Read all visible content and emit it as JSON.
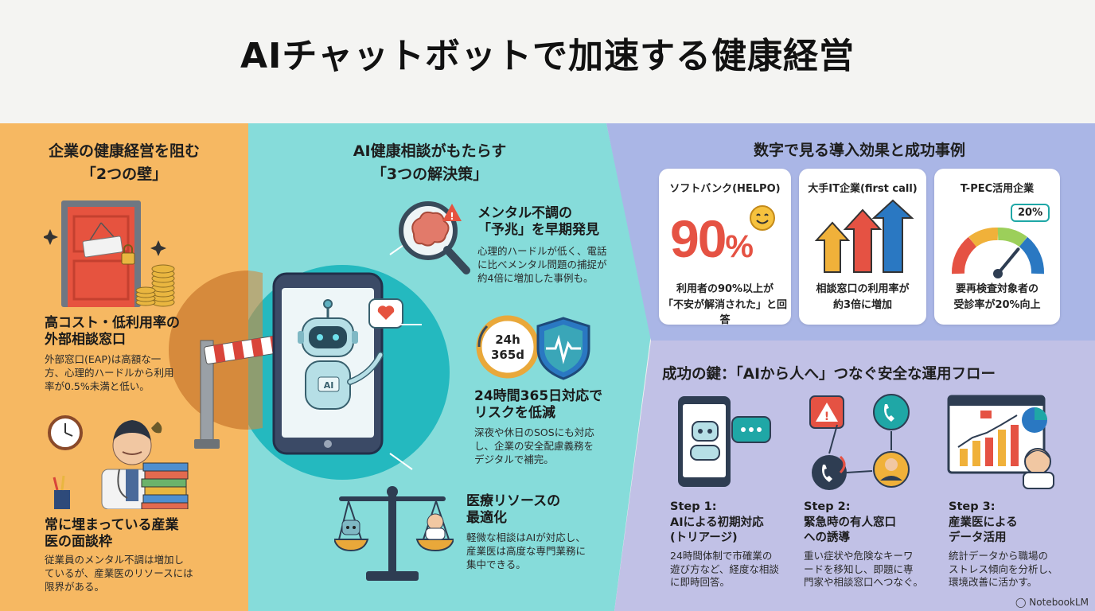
{
  "title": "AIチャットボットで加速する健康経営",
  "left": {
    "heading_line1": "企業の健康経営を阻む",
    "heading_line2": "「2つの壁」",
    "wall1": {
      "title_line1": "高コスト・低利用率の",
      "title_line2": "外部相談窓口",
      "body_line1": "外部窓口(EAP)は高額な一",
      "body_line2": "方、心理的ハードルから利用",
      "body_line3": "率が0.5%未満と低い。"
    },
    "wall2": {
      "title_line1": "常に埋まっている産業",
      "title_line2": "医の面談枠",
      "body_line1": "従業員のメンタル不調は増加し",
      "body_line2": "ているが、産業医のリソースには",
      "body_line3": "限界がある。"
    }
  },
  "middle": {
    "heading_line1": "AI健康相談がもたらす",
    "heading_line2": "「3つの解決策」",
    "phone_badge": "AI",
    "s1": {
      "title_line1": "メンタル不調の",
      "title_line2": "「予兆」を早期発見",
      "body_line1": "心理的ハードルが低く、電話",
      "body_line2": "に比べメンタル問題の捕捉が",
      "body_line3": "約4倍に増加した事例も。"
    },
    "clock_24": "24h",
    "clock_365": "365d",
    "s2": {
      "title_line1": "24時間365日対応で",
      "title_line2": "リスクを低減",
      "body_line1": "深夜や休日のSOSにも対応",
      "body_line2": "し、企業の安全配慮義務を",
      "body_line3": "デジタルで補完。"
    },
    "s3": {
      "title_line1": "医療リソースの",
      "title_line2": "最適化",
      "body_line1": "軽微な相談はAIが対応し、",
      "body_line2": "産業医は高度な専門業務に",
      "body_line3": "集中できる。"
    }
  },
  "right": {
    "heading": "数字で見る導入効果と成功事例",
    "card1": {
      "title": "ソフトバンク(HELPO)",
      "big_number": "90",
      "big_unit": "%",
      "desc_line1": "利用者の90%以上が",
      "desc_line2": "「不安が解消された」と回答"
    },
    "card2": {
      "title": "大手IT企業(first call)",
      "desc_line1": "相談窓口の利用率が",
      "desc_line2": "約3倍に増加"
    },
    "card3": {
      "title": "T-PEC活用企業",
      "badge": "20%",
      "gauge_value": 0.72,
      "desc_line1": "要再検査対象者の",
      "desc_line2": "受診率が20%向上"
    },
    "flow_heading": "成功の鍵：「AIから人へ」つなぐ安全な運用フロー",
    "steps": [
      {
        "label": "Step 1:",
        "title_line1": "AIによる初期対応",
        "title_line2": "(トリアージ)",
        "body_line1": "24時間体制で市確業の",
        "body_line2": "遊び方など、経度な相談",
        "body_line3": "に即時回答。"
      },
      {
        "label": "Step 2:",
        "title_line1": "緊急時の有人窓口",
        "title_line2": "への誘導",
        "body_line1": "重い症状や危険なキーワ",
        "body_line2": "ードを移知し、即題に専",
        "body_line3": "門家や相談窓口へつなぐ。"
      },
      {
        "label": "Step 3:",
        "title_line1": "産業医による",
        "title_line2": "データ活用",
        "body_line1": "統計データから職場の",
        "body_line2": "ストレス傾向を分析し、",
        "body_line3": "環境改善に活かす。"
      }
    ]
  },
  "footer": "NotebookLM",
  "colors": {
    "left_bg": "#f6b862",
    "middle_bg": "#86dcda",
    "right_top_bg": "#aab6e6",
    "right_bottom_bg": "#c1c1e6",
    "accent_red": "#e55243",
    "accent_blue": "#2a78c2",
    "accent_teal": "#1fa7a6"
  }
}
